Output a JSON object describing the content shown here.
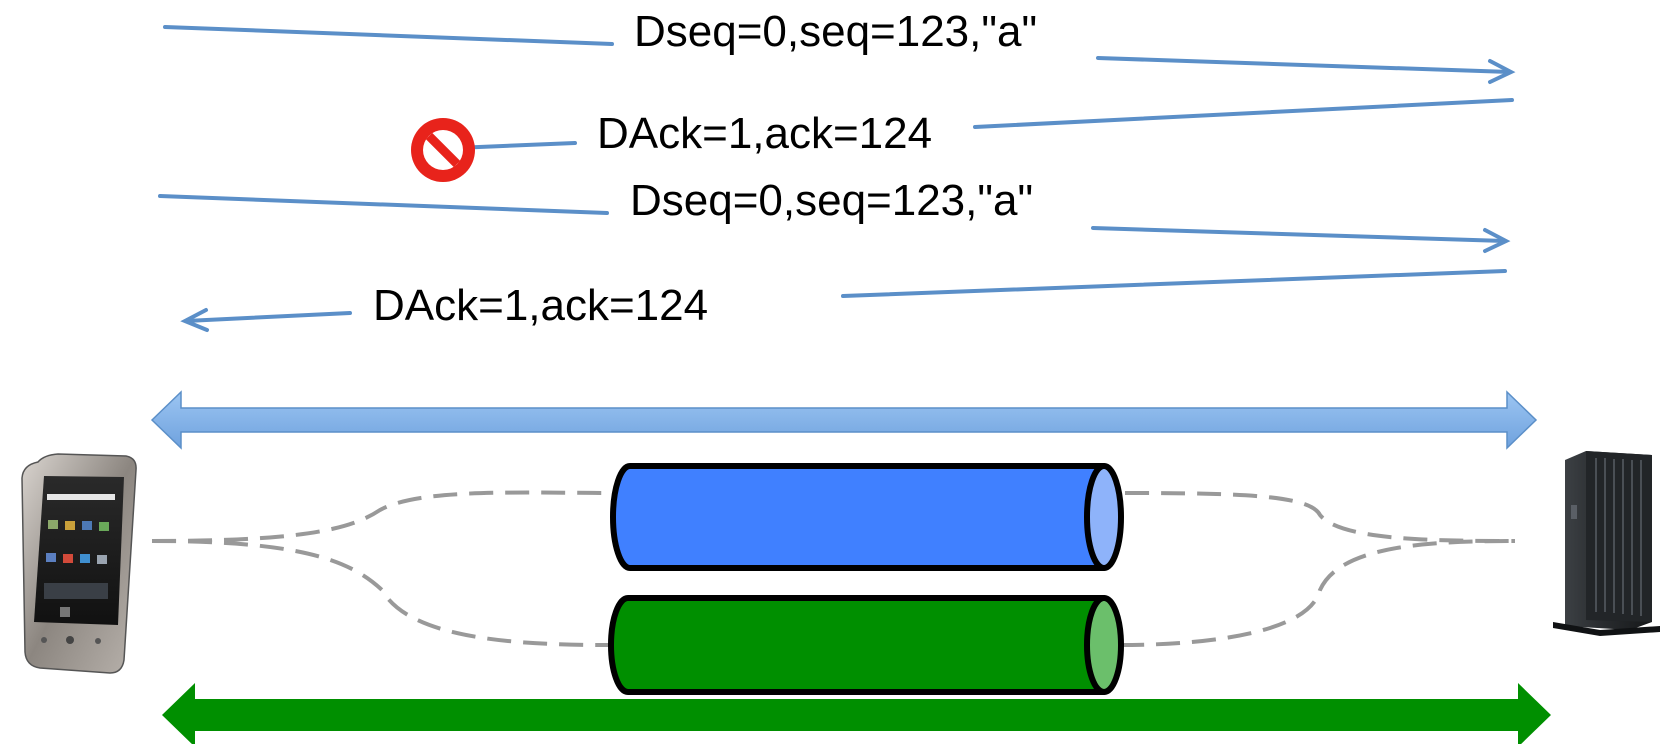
{
  "messages": [
    {
      "label": "Dseq=0,seq=123,\"a\"",
      "direction": "to-server",
      "status": "delivered"
    },
    {
      "label": "DAck=1,ack=124",
      "direction": "to-client",
      "status": "dropped"
    },
    {
      "label": "Dseq=0,seq=123,\"a\"",
      "direction": "to-server",
      "status": "delivered"
    },
    {
      "label": "DAck=1,ack=124",
      "direction": "to-client",
      "status": "delivered"
    }
  ],
  "icons": {
    "client": "smartphone-icon",
    "server": "tower-server-icon",
    "drop": "prohibited-icon"
  },
  "colors": {
    "message_line": "#5b8fc8",
    "connection_arrow_blue": "#8ab8ea",
    "connection_arrow_green": "#008f00",
    "subflow_blue": "#4080ff",
    "subflow_green": "#008f00",
    "dashed_path": "#999999",
    "drop_icon": "#e8231b"
  }
}
